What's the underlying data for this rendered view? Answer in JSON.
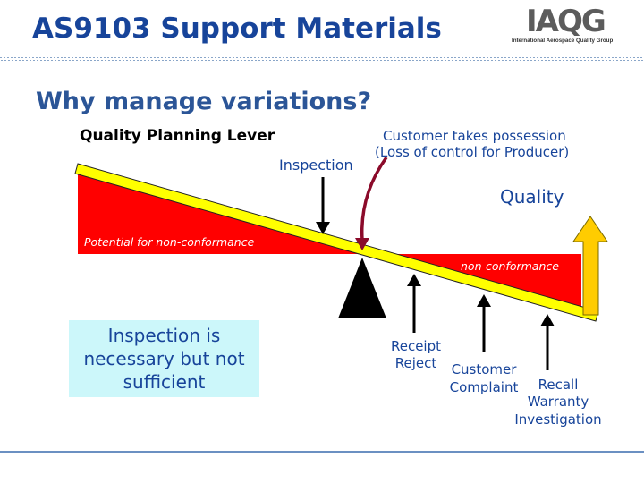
{
  "header": {
    "title": "AS9103 Support Materials",
    "logo_text": "IAQG",
    "logo_subtext": "International Aerospace Quality Group"
  },
  "slide": {
    "subtitle": "Why manage variations?",
    "lever_title": "Quality Planning Lever",
    "inspection_label": "Inspection",
    "customer_possession_line1": "Customer takes possession",
    "customer_possession_line2": "(Loss of control for Producer)",
    "quality_label": "Quality",
    "potential_label": "Potential for non-conformance",
    "nonconformance_label": "non-conformance",
    "receipt_line1": "Receipt",
    "receipt_line2": "Reject",
    "complaint_line1": "Customer",
    "complaint_line2": "Complaint",
    "recall_line1": "Recall",
    "recall_line2": "Warranty",
    "recall_line3": "Investigation",
    "info_box": "Inspection is\nnecessary but not\nsufficient"
  },
  "colors": {
    "title_blue": "#17449a",
    "red_area": "#ff0000",
    "lever_yellow": "#ffff00",
    "quality_arrow": "#ffcc00",
    "possession_arrow": "#8b0a2a",
    "info_box_bg": "#ccf7fa"
  }
}
